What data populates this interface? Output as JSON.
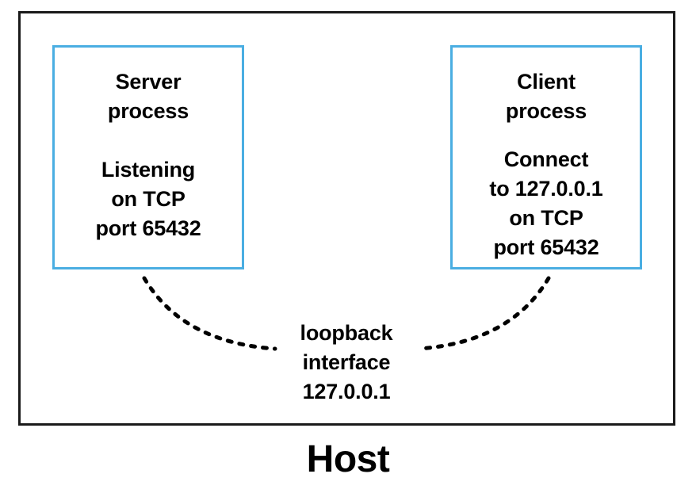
{
  "diagram": {
    "host_label": "Host",
    "outer_border_color": "#1a1a1a",
    "box_border_color": "#4aaee2",
    "text_color": "#000000",
    "background_color": "#ffffff",
    "server_box": {
      "title_lines": [
        "Server",
        "process"
      ],
      "detail_lines": [
        "Listening",
        "on TCP",
        "port 65432"
      ]
    },
    "client_box": {
      "title_lines": [
        "Client",
        "process"
      ],
      "detail_lines": [
        "Connect",
        "to 127.0.0.1",
        "on TCP",
        "port 65432"
      ]
    },
    "loopback": {
      "lines": [
        "loopback",
        "interface",
        "127.0.0.1"
      ]
    }
  }
}
